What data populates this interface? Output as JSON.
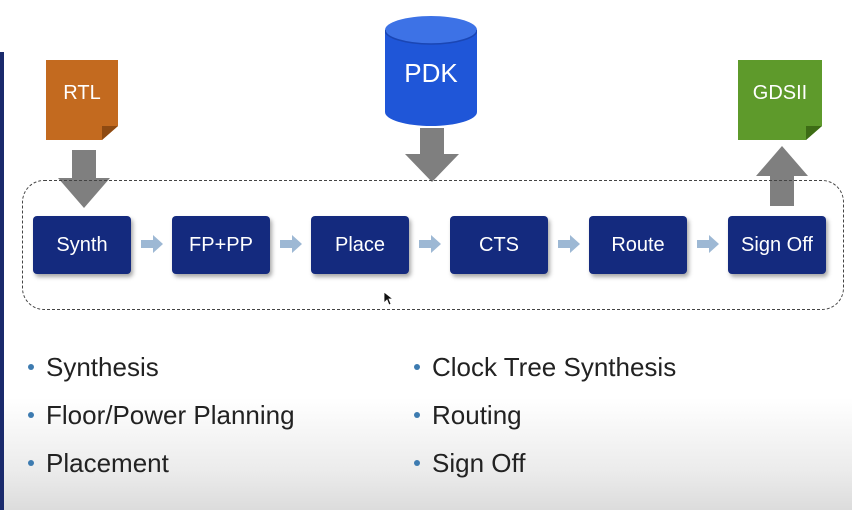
{
  "inputs": {
    "rtl_label": "RTL",
    "pdk_label": "PDK",
    "gdsii_label": "GDSII"
  },
  "flow_steps": [
    {
      "label": "Synth"
    },
    {
      "label": "FP+PP"
    },
    {
      "label": "Place"
    },
    {
      "label": "CTS"
    },
    {
      "label": "Route"
    },
    {
      "label": "Sign Off"
    }
  ],
  "bullets_left": [
    "Synthesis",
    "Floor/Power Planning",
    "Placement"
  ],
  "bullets_right": [
    "Clock Tree Synthesis",
    "Routing",
    "Sign Off"
  ],
  "colors": {
    "step_fill": "#142a7e",
    "rtl_fill": "#c36a1f",
    "gdsii_fill": "#5e9a2b",
    "pdk_fill": "#1f56d8",
    "arrow_gray": "#7f7f7f",
    "step_arrow": "#9db8d4",
    "bullet": "#3d7bb0"
  }
}
